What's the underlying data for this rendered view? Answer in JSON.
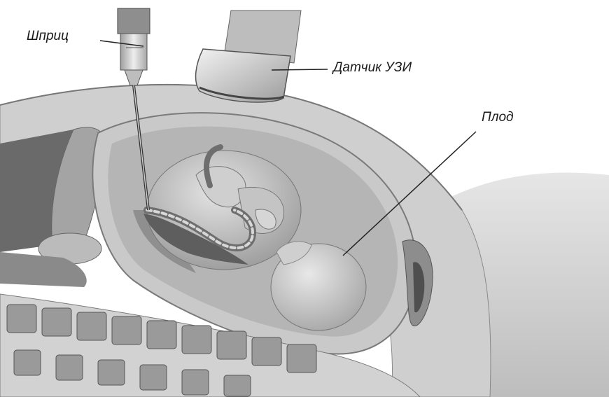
{
  "labels": {
    "syringe": "Шприц",
    "ultrasound_probe": "Датчик УЗИ",
    "fetus": "Плод"
  },
  "colors": {
    "background": "#ffffff",
    "tissue_light": "#d8d8d8",
    "tissue_mid": "#a9a9a9",
    "tissue_dark": "#5a5a5a",
    "fluid": "#b8b8b8",
    "leader_line": "#222222"
  }
}
